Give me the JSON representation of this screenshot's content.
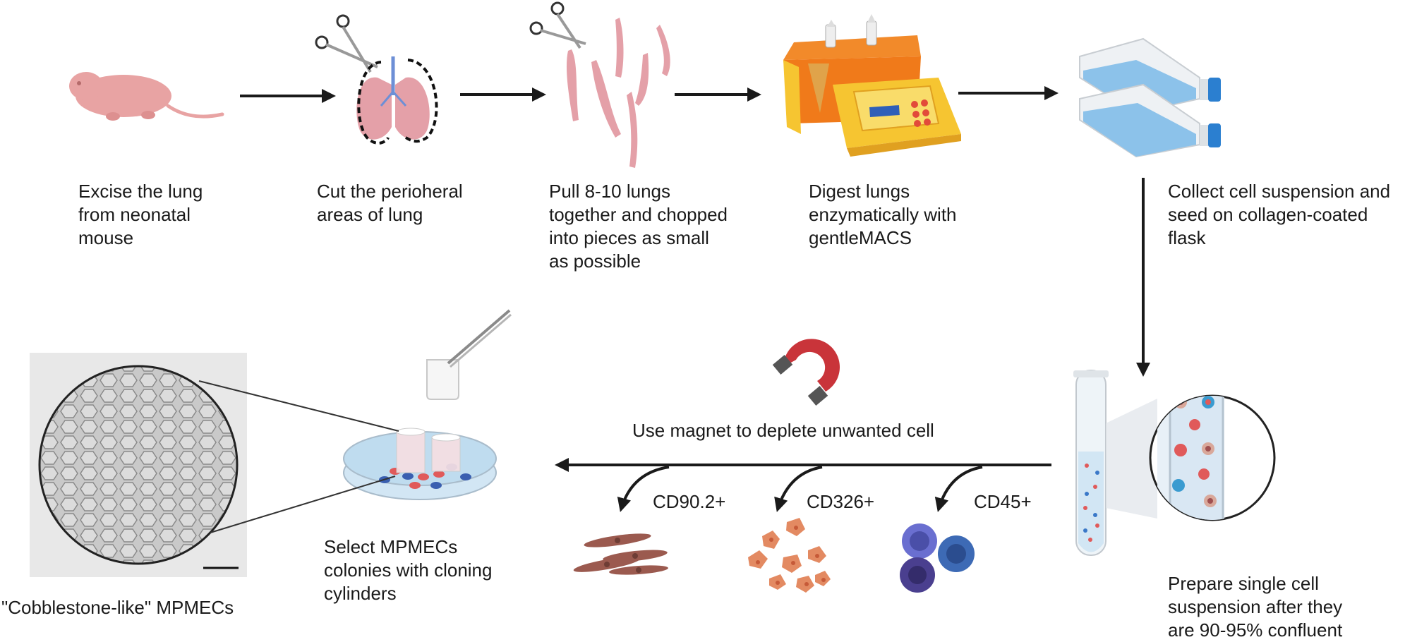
{
  "steps": {
    "excise": "Excise the lung\nfrom neonatal\nmouse",
    "cut": "Cut the perioheral\nareas of lung",
    "pull": "Pull 8-10  lungs\ntogether and chopped\ninto pieces as small\nas possible",
    "digest": "Digest lungs\nenzymatically with\ngentleMACS",
    "collect": "Collect cell suspension and\nseed on collagen-coated\nflask",
    "prepare": "Prepare single cell\nsuspension after they\nare 90-95% confluent",
    "magnet": "Use magnet to deplete unwanted cell",
    "select": "Select MPMECs\ncolonies with cloning\ncylinders",
    "result": "\"Cobblestone-like\" MPMECs"
  },
  "markers": {
    "cd90": "CD90.2+",
    "cd326": "CD326+",
    "cd45": "CD45+"
  },
  "colors": {
    "arrow": "#1a1a1a",
    "mouse": "#e8a3a3",
    "lung": "#e4a0a8",
    "airway": "#6d8fd6",
    "device_orange": "#f07a1a",
    "device_yellow": "#f6c531",
    "flask_liquid": "#8cc2ea",
    "cap_blue": "#2b7fd0",
    "magnet_red": "#c9343a",
    "fibroblast": "#9b5a4f",
    "epithelial": "#e38a62",
    "immune": "#4a4fa8",
    "cell_red": "#e05a5a",
    "cell_blue": "#3a78c8"
  }
}
